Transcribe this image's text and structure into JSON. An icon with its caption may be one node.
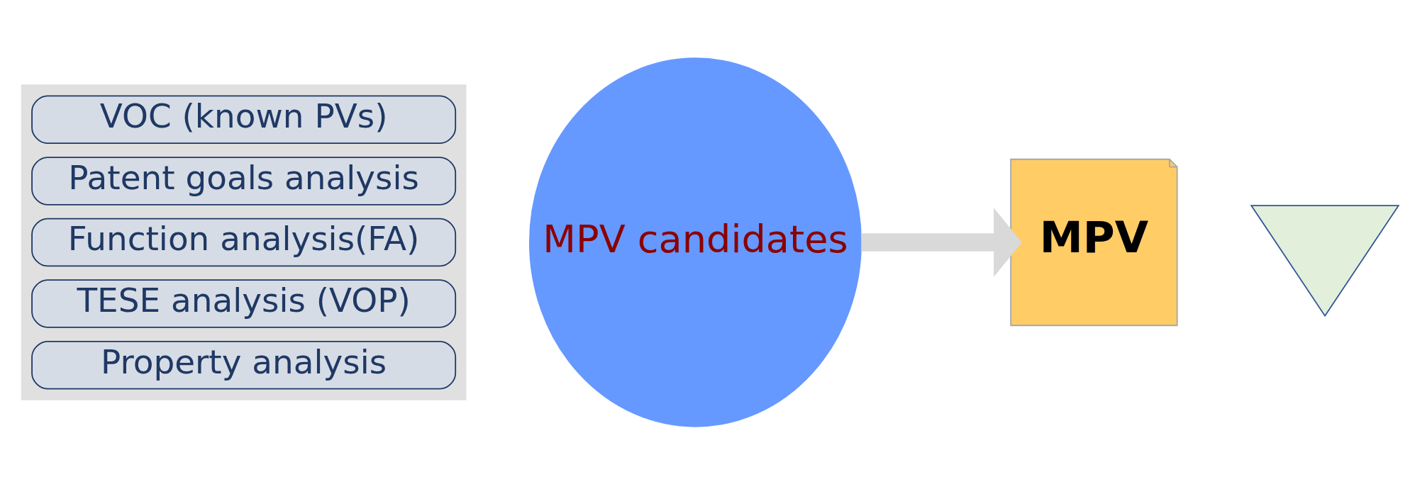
{
  "diagram": {
    "nodes": [
      {
        "text": [],
        "shape": "box"
      },
      {
        "text": [
          "VOC (known PVs)"
        ],
        "in": 0
      },
      {
        "text": [
          "Patent goals analysis"
        ],
        "in": 0
      },
      {
        "text": [
          "Function analysis(FA)"
        ],
        "in": 0
      },
      {
        "text": [
          "TESE analysis (VOP)"
        ],
        "in": 0
      },
      {
        "text": [
          "Property analysis"
        ],
        "in": 0
      },
      {
        "text": [
          "MPV candidates"
        ]
      },
      {
        "text": [
          "MPV"
        ]
      },
      {
        "text": [],
        "shape": "triangle"
      }
    ],
    "edges": [
      {
        "from": 6,
        "to": 7,
        "arrow": "to"
      }
    ]
  }
}
